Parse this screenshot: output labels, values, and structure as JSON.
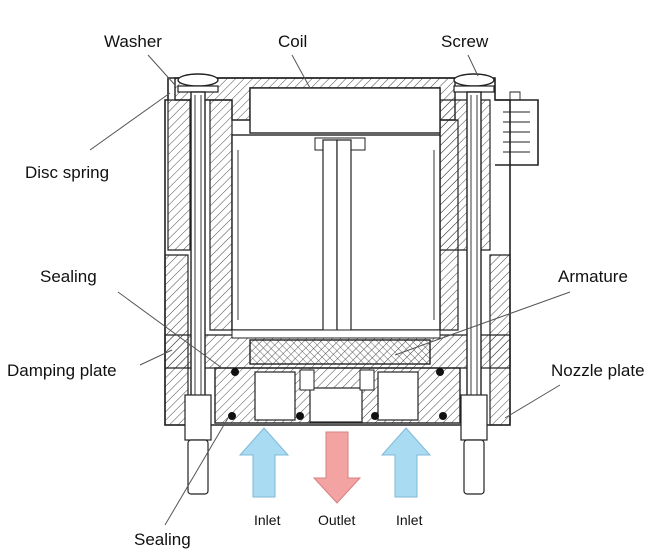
{
  "labels": {
    "washer": "Washer",
    "coil": "Coil",
    "screw": "Screw",
    "disc_spring": "Disc spring",
    "sealing_left": "Sealing",
    "armature": "Armature",
    "damping_plate": "Damping plate",
    "nozzle_plate": "Nozzle plate",
    "inlet_left": "Inlet",
    "outlet": "Outlet",
    "inlet_right": "Inlet",
    "sealing_bottom": "Sealing"
  },
  "colors": {
    "inlet_arrow": "#a9dcf3",
    "outlet_arrow": "#f4a3a3",
    "line": "#222222",
    "background": "#ffffff"
  }
}
